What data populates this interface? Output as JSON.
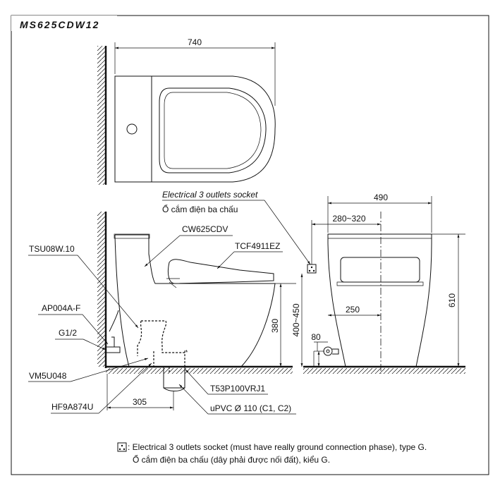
{
  "title": "MS625CDW12",
  "top_view": {
    "width_dim": "740"
  },
  "side_view": {
    "socket_label_en": "Electrical 3 outlets socket",
    "socket_label_vi": "Ổ cắm điện ba chấu",
    "labels": {
      "toilet": "CW625CDV",
      "seat": "TCF4911EZ",
      "hose": "TSU08W.10",
      "valve": "AP004A-F",
      "thread": "G1/2",
      "bolt": "VM5U048",
      "flange": "HF9A874U",
      "adapter": "T53P100VRJ1",
      "pipe": "uPVC Ø 110 (C1, C2)"
    },
    "dims": {
      "seat_height": "380",
      "socket_height": "400~450",
      "rough_in": "305"
    }
  },
  "front_view": {
    "dims": {
      "width": "490",
      "socket_offset": "280~320",
      "height": "610",
      "valve_offset": "250",
      "valve_height": "80"
    }
  },
  "note": {
    "icon": "socket-icon",
    "line_en": ": Electrical 3 outlets socket (must have really ground connection phase), type G.",
    "line_vi": "Ổ cắm điện ba chấu (dây phải được nối đất), kiểu G."
  }
}
